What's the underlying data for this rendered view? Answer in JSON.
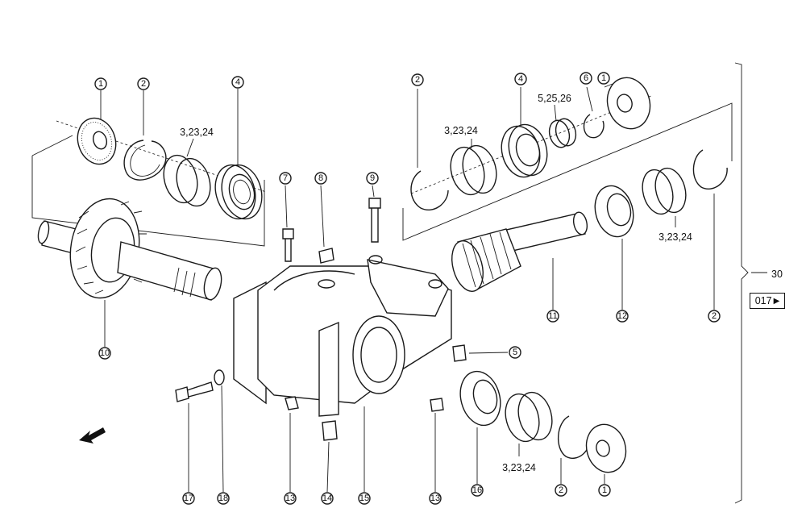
{
  "diagram": {
    "group_number": "30",
    "reference_button": {
      "label": "017",
      "arrow": "triangle-right-icon"
    },
    "callouts": [
      {
        "id": "c-1a",
        "label": "1"
      },
      {
        "id": "c-2a",
        "label": "2"
      },
      {
        "id": "c-323a",
        "label": "3,23,24"
      },
      {
        "id": "c-4a",
        "label": "4"
      },
      {
        "id": "c-2b",
        "label": "2"
      },
      {
        "id": "c-323b",
        "label": "3,23,24"
      },
      {
        "id": "c-4b",
        "label": "4"
      },
      {
        "id": "c-52526",
        "label": "5,25,26"
      },
      {
        "id": "c-6",
        "label": "6"
      },
      {
        "id": "c-1b",
        "label": "1"
      },
      {
        "id": "c-7",
        "label": "7"
      },
      {
        "id": "c-8",
        "label": "8"
      },
      {
        "id": "c-9",
        "label": "9"
      },
      {
        "id": "c-10",
        "label": "10"
      },
      {
        "id": "c-11",
        "label": "11"
      },
      {
        "id": "c-12",
        "label": "12"
      },
      {
        "id": "c-2c",
        "label": "2"
      },
      {
        "id": "c-323c",
        "label": "3,23,24"
      },
      {
        "id": "c-5",
        "label": "5"
      },
      {
        "id": "c-17",
        "label": "17"
      },
      {
        "id": "c-18",
        "label": "18"
      },
      {
        "id": "c-13a",
        "label": "13"
      },
      {
        "id": "c-14",
        "label": "14"
      },
      {
        "id": "c-15",
        "label": "15"
      },
      {
        "id": "c-13b",
        "label": "13"
      },
      {
        "id": "c-16",
        "label": "16"
      },
      {
        "id": "c-323d",
        "label": "3,23,24"
      },
      {
        "id": "c-2d",
        "label": "2"
      },
      {
        "id": "c-1c",
        "label": "1"
      }
    ]
  }
}
